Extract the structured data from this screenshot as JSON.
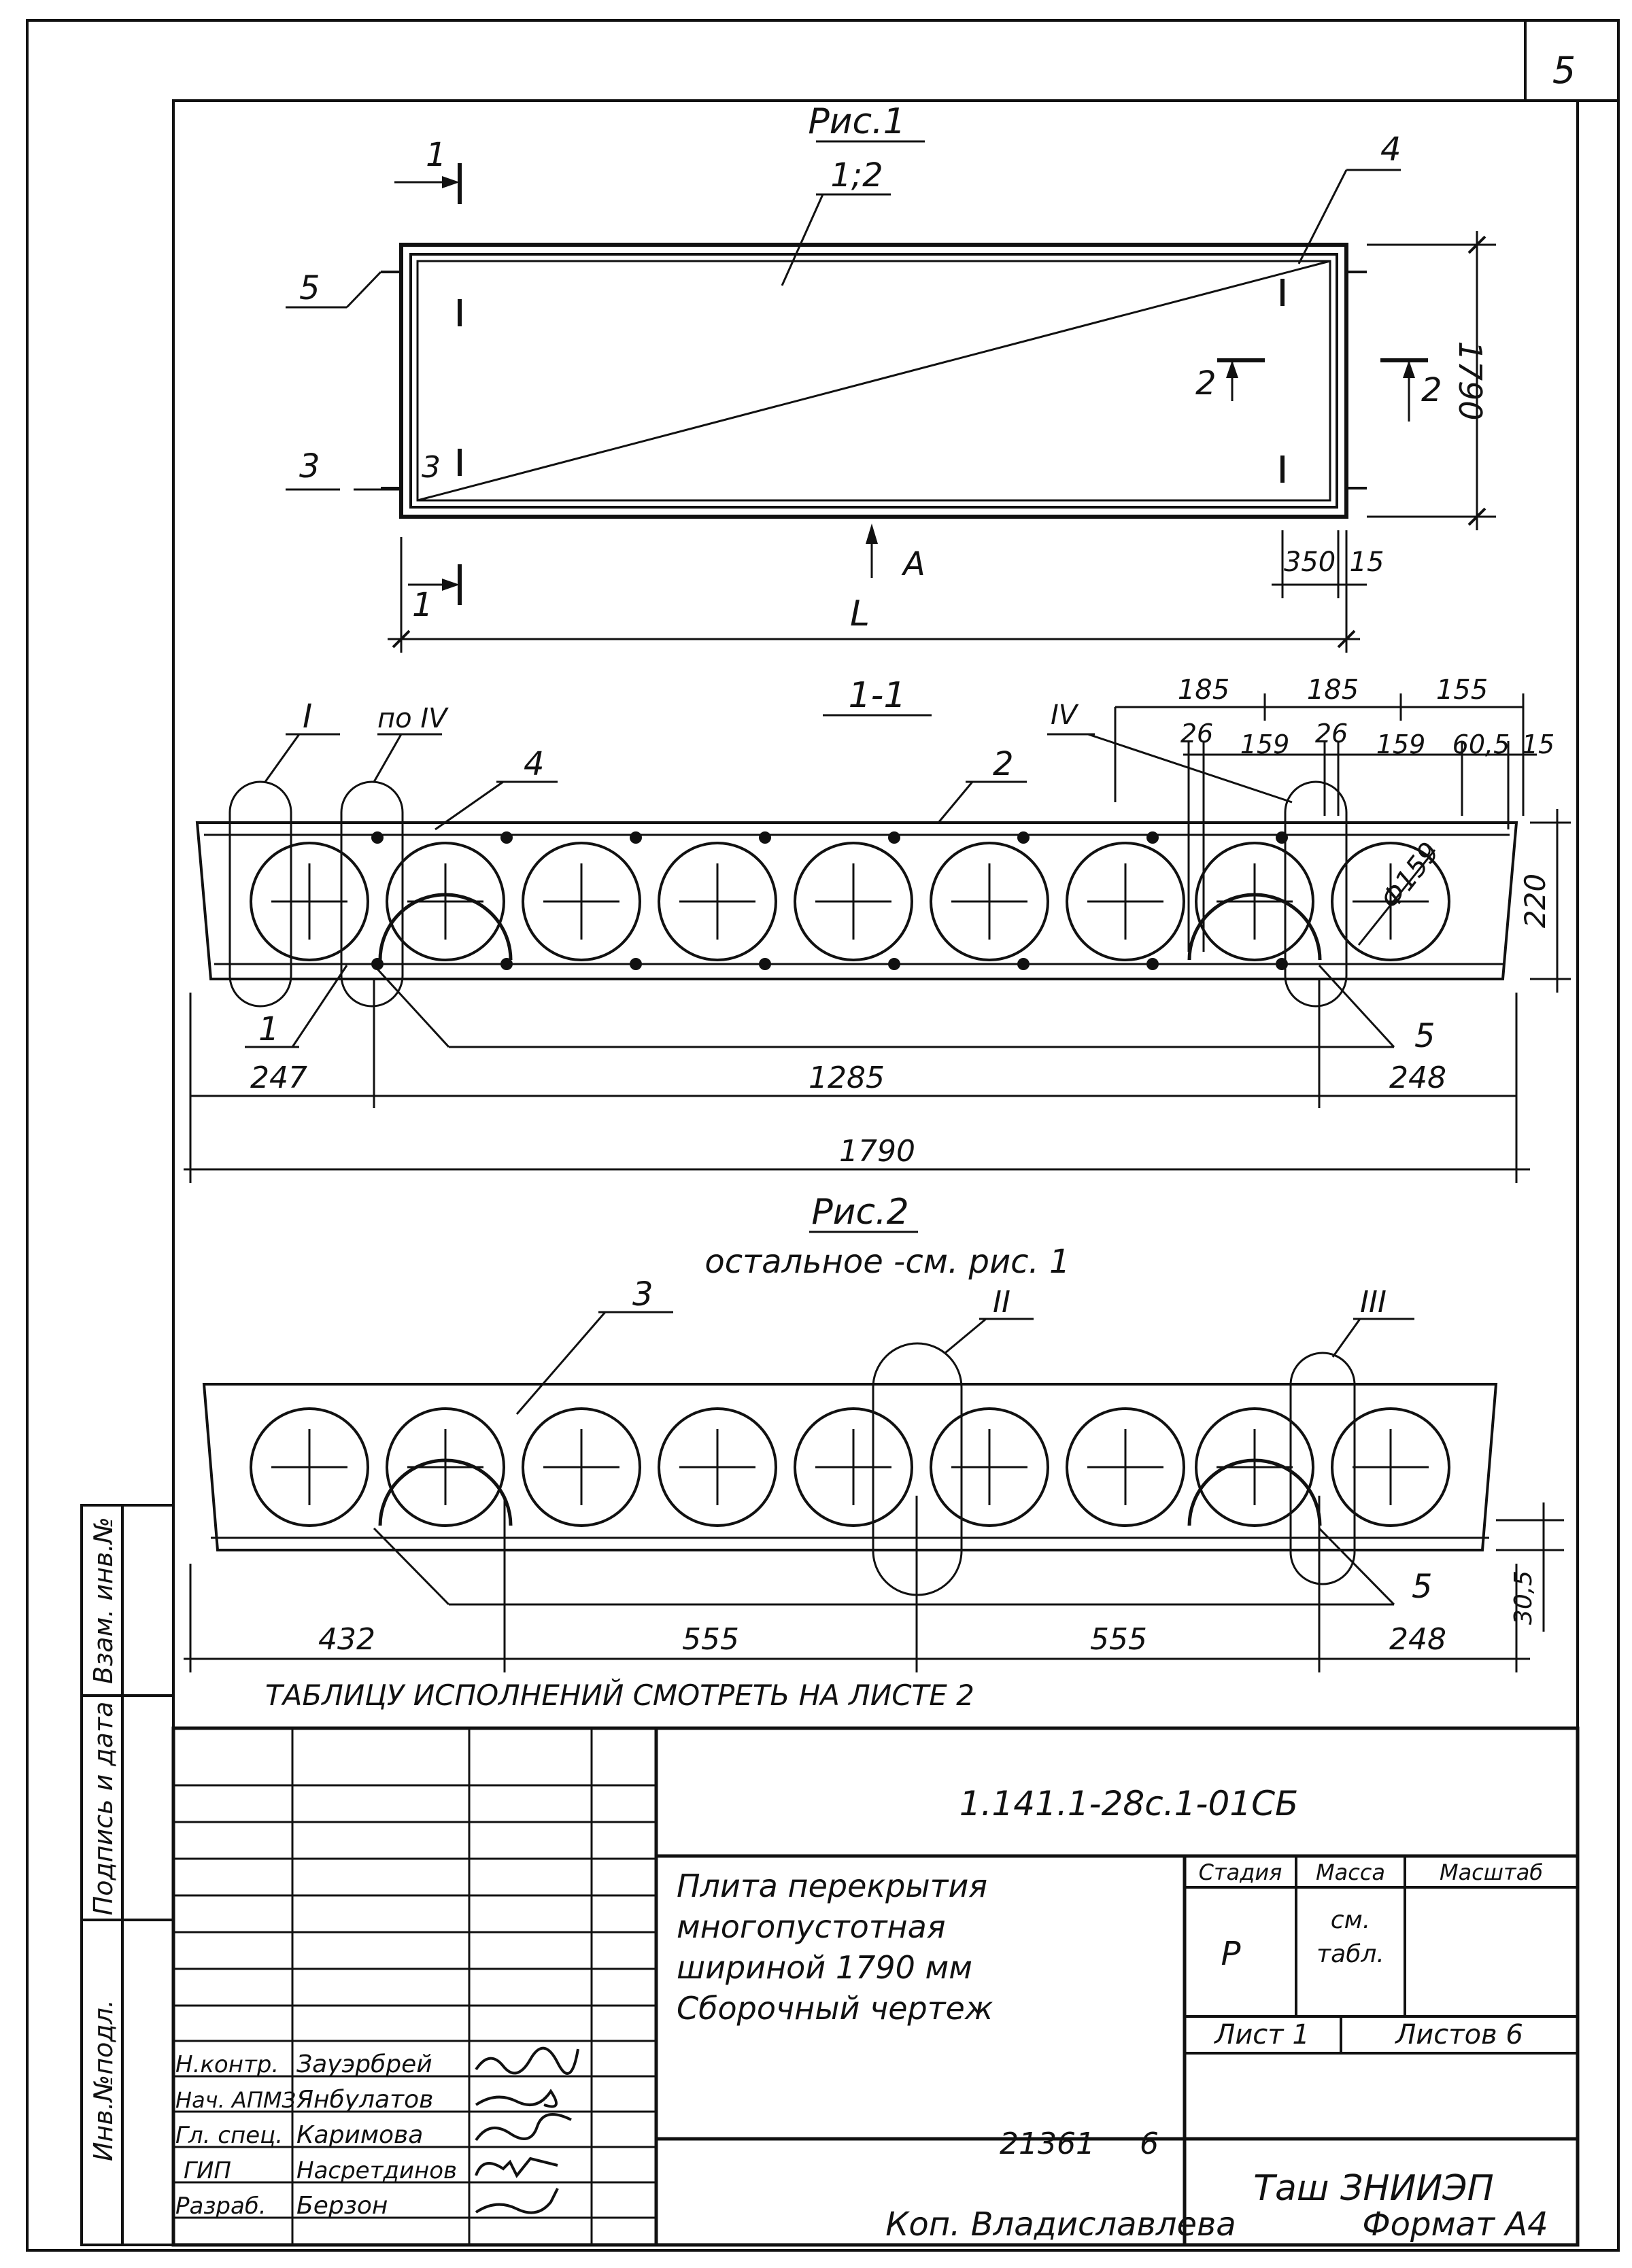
{
  "sheet_number": "5",
  "fig1": {
    "title": "Рис.1",
    "mark_12": "1;2",
    "callouts": [
      "1",
      "1",
      "5",
      "3",
      "3",
      "4",
      "2",
      "2",
      "A",
      "L"
    ],
    "dim_height": "1790",
    "dim_350": "350",
    "dim_15": "15"
  },
  "section11": {
    "title": "1-1",
    "node_I": "I",
    "node_poIV": "по IV",
    "node_IV": "IV",
    "pos_4": "4",
    "pos_2": "2",
    "pos_1": "1",
    "pos_5": "5",
    "top_dims": [
      "185",
      "185",
      "155"
    ],
    "sub_dims": [
      "26",
      "159",
      "26",
      "159",
      "60,5",
      "15"
    ],
    "diam": "Ф159",
    "dim_220": "220",
    "bottom_dims": [
      "247",
      "1285",
      "248"
    ],
    "total": "1790"
  },
  "fig2": {
    "title": "Рис.2",
    "subtitle": "остальное -см. рис. 1",
    "pos_3": "3",
    "node_II": "II",
    "node_III": "III",
    "pos_5": "5",
    "dim_305": "30,5",
    "bottom_dims": [
      "432",
      "555",
      "555",
      "248"
    ]
  },
  "note": "ТАБЛИЦУ ИСПОЛНЕНИЙ СМОТРЕТЬ НА ЛИСТЕ 2",
  "left_strip": [
    "Инв.№подл.",
    "Подпись и дата",
    "Взам. инв.№"
  ],
  "title_block": {
    "code": "1.141.1-28с.1-01СБ",
    "name_lines": [
      "Плита перекрытия",
      "многопустотная",
      "шириной 1790 мм",
      "Сборочный чертеж"
    ],
    "stage_header": "Стадия",
    "mass_header": "Масса",
    "scale_header": "Масштаб",
    "stage": "Р",
    "mass_lines": [
      "см.",
      "табл."
    ],
    "sheet": "Лист 1",
    "sheets": "Листов 6",
    "org": "Таш ЗНИИЭП",
    "roles": [
      "Н.контр.",
      "Нач. АПМЗ",
      "Гл. спец.",
      "ГИП",
      "Разраб."
    ],
    "names": [
      "Зауэрбрей",
      "Янбулатов",
      "Каримова",
      "Насретдинов",
      "Берзон"
    ]
  },
  "footer": {
    "number": "21361",
    "six": "6",
    "copied": "Коп. Владиславлева",
    "format": "Формат А4"
  }
}
